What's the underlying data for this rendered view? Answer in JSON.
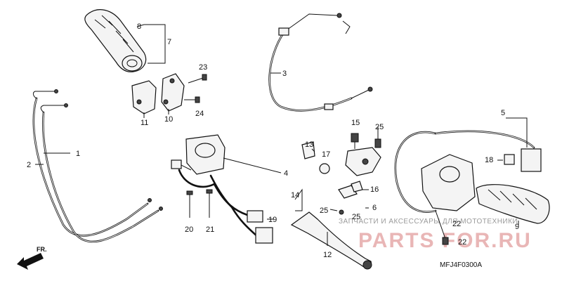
{
  "diagram": {
    "callouts": [
      "1",
      "2",
      "3",
      "4",
      "5",
      "6",
      "7",
      "8",
      "9",
      "10",
      "11",
      "12",
      "13",
      "14",
      "15",
      "16",
      "17",
      "18",
      "19",
      "20",
      "21",
      "22",
      "22",
      "23",
      "23",
      "24",
      "25",
      "25"
    ],
    "direction_marker": "FR.",
    "diagram_code": "MFJ4F0300A",
    "watermark": {
      "caption": "ЗАПЧАСТИ И АКСЕССУАРЫ ДЛЯ МОТОТЕХНИКИ",
      "logo_text": "PARTS FOR.RU"
    }
  }
}
